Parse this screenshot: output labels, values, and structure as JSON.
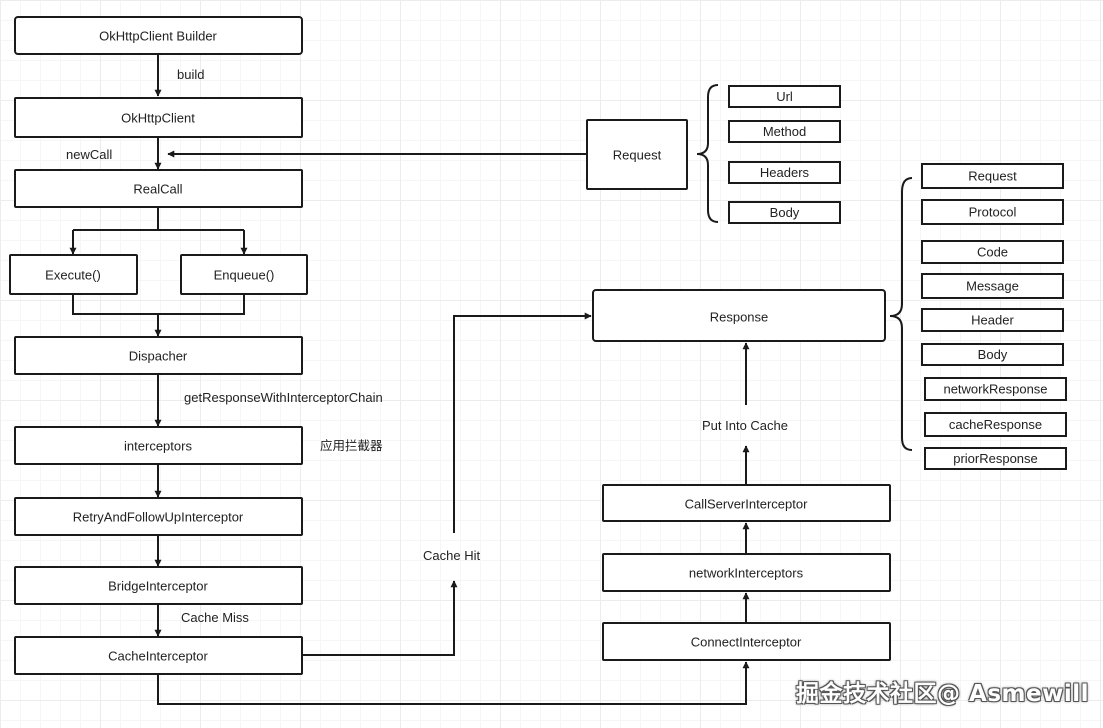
{
  "nodes": {
    "builder": "OkHttpClient Builder",
    "client": "OkHttpClient",
    "realcall": "RealCall",
    "execute": "Execute()",
    "enqueue": "Enqueue()",
    "dispacher": "Dispacher",
    "interceptors": "interceptors",
    "retry": "RetryAndFollowUpInterceptor",
    "bridge": "BridgeInterceptor",
    "cache": "CacheInterceptor",
    "connect": "ConnectInterceptor",
    "network": "networkInterceptors",
    "callserver": "CallServerInterceptor",
    "response": "Response",
    "request": "Request"
  },
  "request_fields": [
    "Url",
    "Method",
    "Headers",
    "Body"
  ],
  "response_fields": [
    "Request",
    "Protocol",
    "Code",
    "Message",
    "Header",
    "Body",
    "networkResponse",
    "cacheResponse",
    "priorResponse"
  ],
  "edge_labels": {
    "build": "build",
    "newcall": "newCall",
    "chain": "getResponseWithInterceptorChain",
    "app_interceptor": "应用拦截器",
    "cache_miss": "Cache Miss",
    "cache_hit": "Cache Hit",
    "put_cache": "Put Into Cache"
  },
  "watermark": "掘金技术社区@ Asmewill"
}
